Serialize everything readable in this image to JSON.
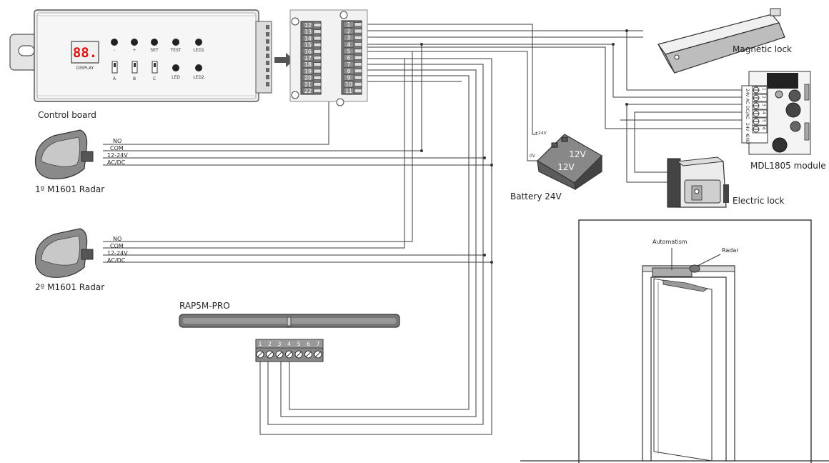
{
  "labels": {
    "control_board": "Control board",
    "display": "DISPLAY",
    "display_digits": "88.",
    "radar1": "1º M1601 Radar",
    "radar2": "2º M1601 Radar",
    "rap5m": "RAP5M-PRO",
    "magnetic_lock": "Magnetic lock",
    "mdl1805": "MDL1805 module",
    "electric_lock": "Electric lock",
    "battery": "Battery 24V",
    "battery_cell": "12V",
    "plus24v": "+24V",
    "zero_v": "0V",
    "automatism": "Automatism",
    "radar": "Radar"
  },
  "board_buttons": {
    "top": [
      "-",
      "+",
      "SET",
      "TEST",
      "LED1"
    ],
    "bottom": [
      "LED",
      "LED2"
    ],
    "switches": [
      "A",
      "B",
      "C"
    ]
  },
  "radar_wires": [
    "NO",
    "COM",
    "12-24V",
    "AC/DC"
  ],
  "terminal_block_left": [
    "12",
    "13",
    "14",
    "15",
    "16",
    "17",
    "18",
    "19",
    "20",
    "21",
    "22"
  ],
  "terminal_block_right": [
    "1",
    "2",
    "3",
    "4",
    "5",
    "6",
    "7",
    "8",
    "9",
    "10",
    "11"
  ],
  "rap_terminals": [
    "1",
    "2",
    "3",
    "4",
    "5",
    "6",
    "7"
  ],
  "mdl_terminals": [
    "1",
    "2",
    "3",
    "4",
    "5",
    "6"
  ],
  "mdl_side_labels": [
    "24V AC",
    "DC/AC",
    "24V +",
    "GND"
  ]
}
